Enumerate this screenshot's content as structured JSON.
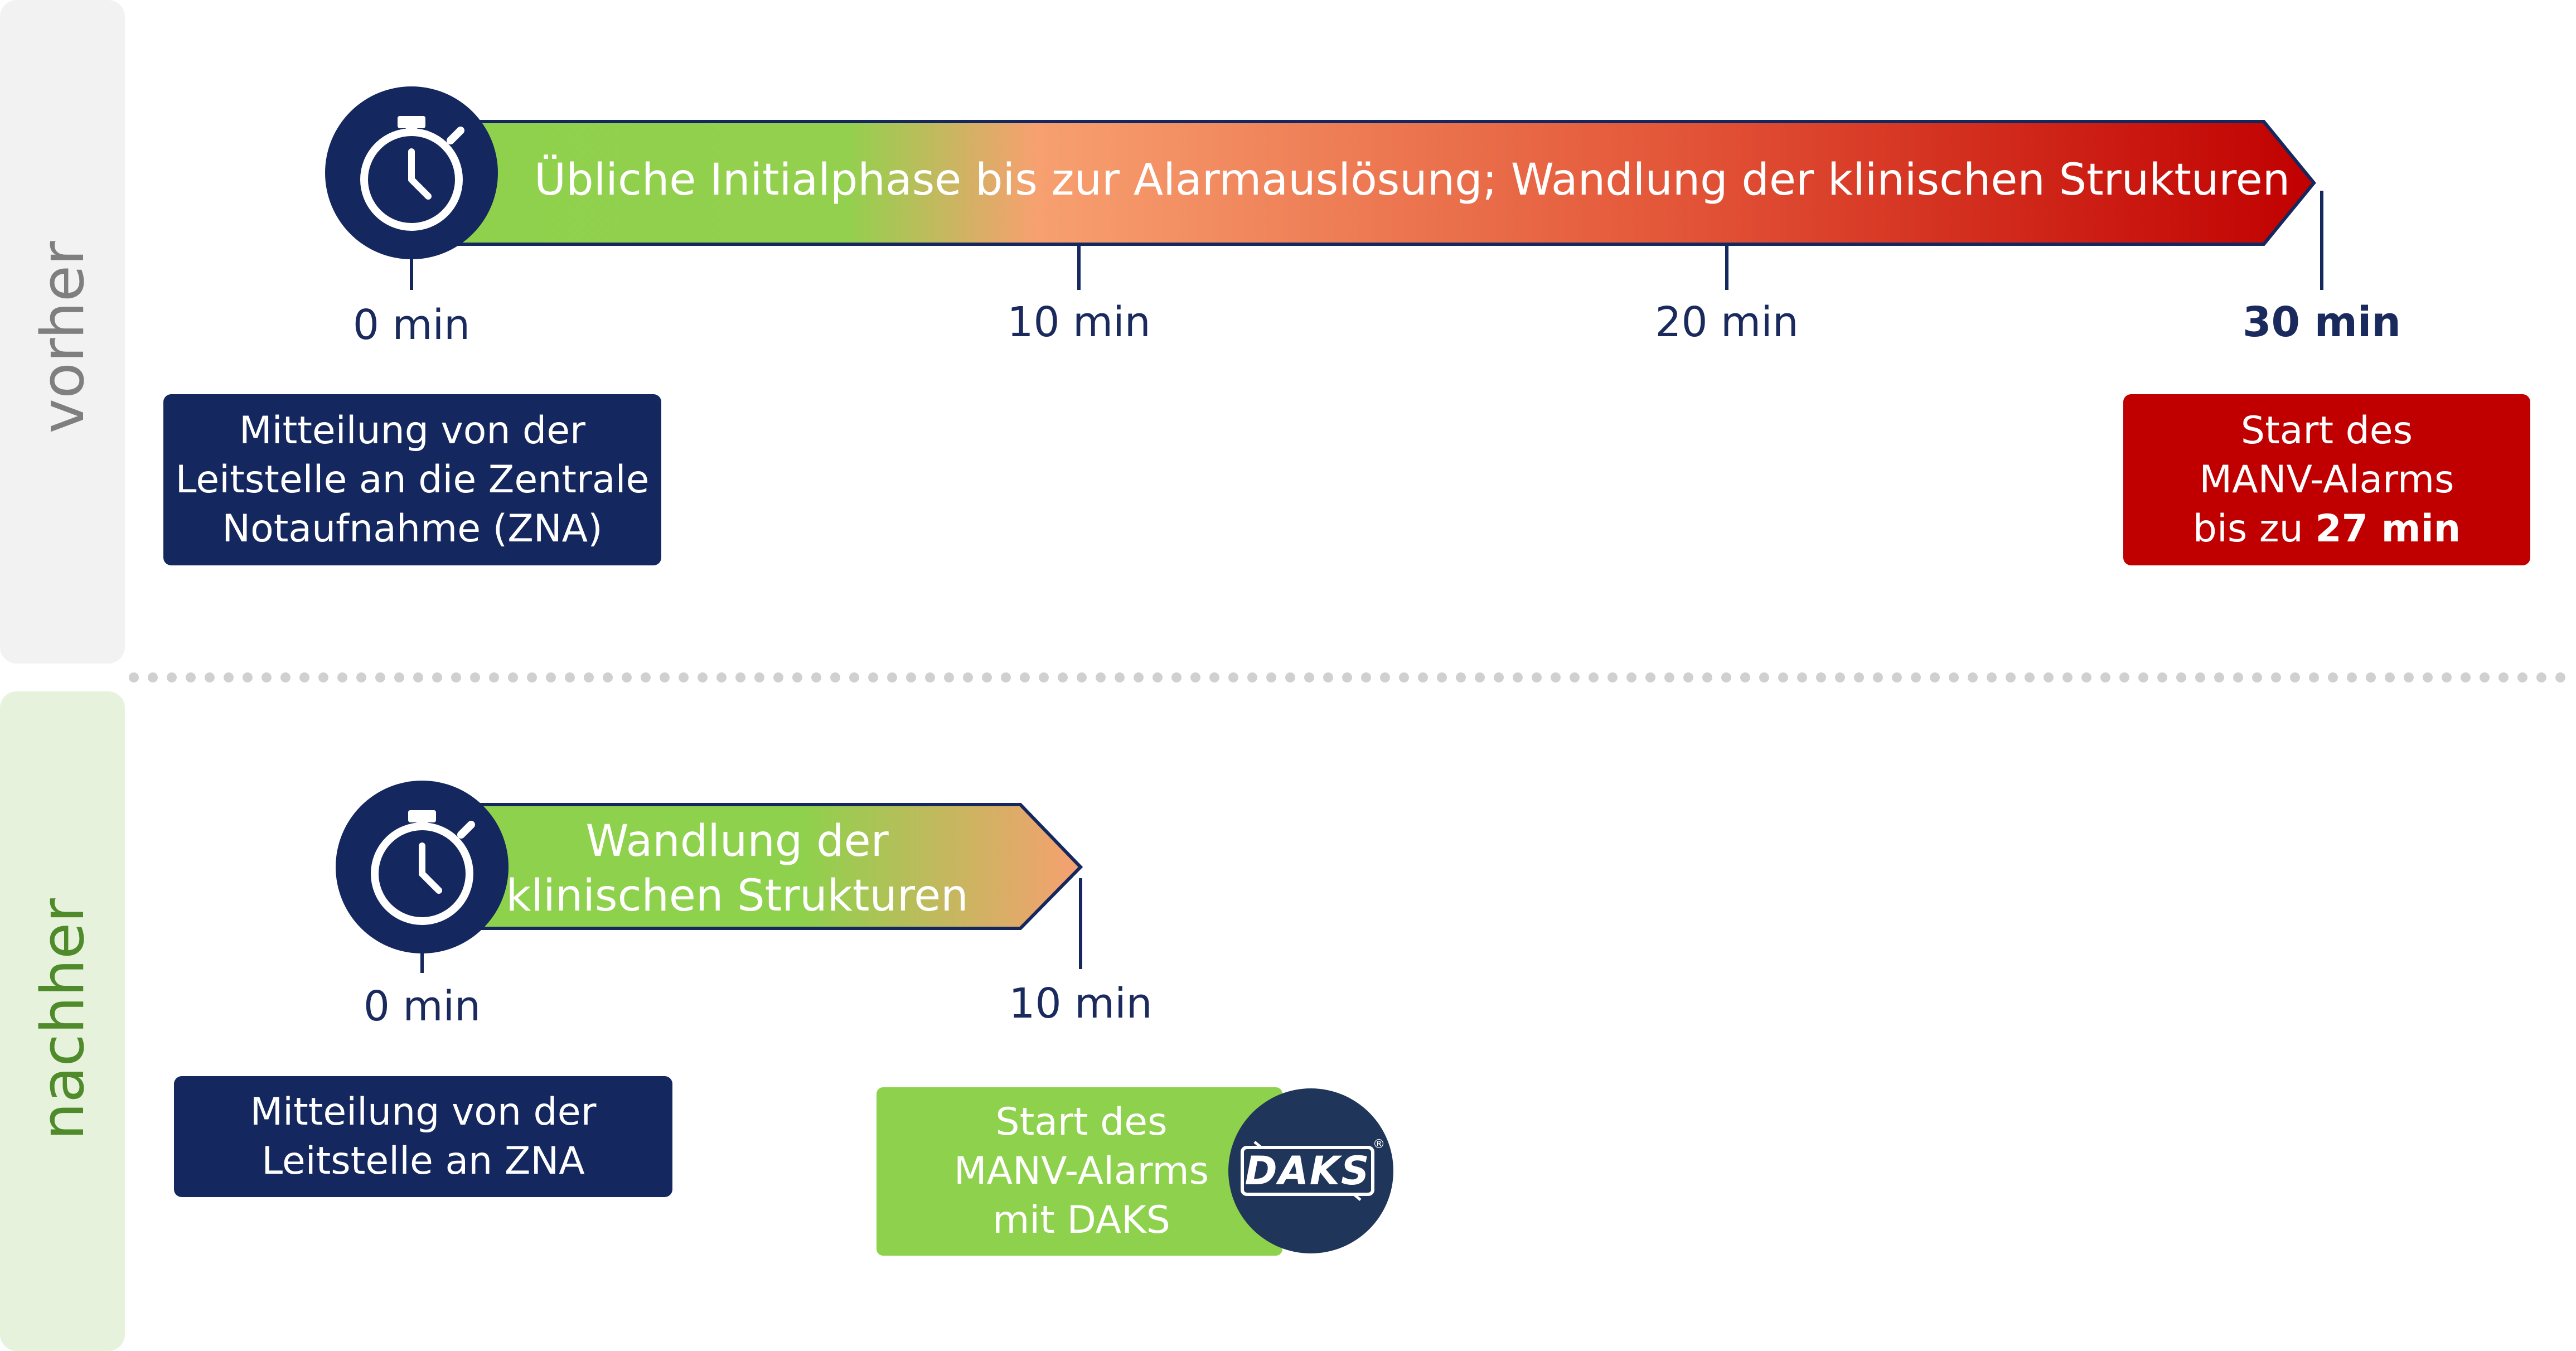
{
  "colors": {
    "navy": "#14275e",
    "red": "#c00000",
    "green": "#8ed14c",
    "orange": "#f7a070",
    "before_panel": "#f2f2f2",
    "after_panel": "#e6f2dc",
    "before_text": "#7f7f7f",
    "after_text": "#4f8a2b"
  },
  "before": {
    "side_label": "vorher",
    "bar_text": "Übliche Initialphase bis zur Alarmauslösung; Wandlung der klinischen Strukturen",
    "ticks": [
      "0 min",
      "10 min",
      "20 min",
      "30 min"
    ],
    "start_box": [
      "Mitteilung von der",
      "Leitstelle an die Zentrale",
      "Notaufnahme (ZNA)"
    ],
    "end_box": {
      "line1": "Start des",
      "line2": "MANV-Alarms",
      "line3_prefix": "bis zu ",
      "line3_bold": "27 min"
    }
  },
  "after": {
    "side_label": "nachher",
    "bar_text": [
      "Wandlung der",
      "klinischen Strukturen"
    ],
    "ticks": [
      "0 min",
      "10 min"
    ],
    "start_box": [
      "Mitteilung von der",
      "Leitstelle an ZNA"
    ],
    "end_box": [
      "Start des",
      "MANV-Alarms",
      "mit DAKS"
    ],
    "logo_text": "DAKS",
    "logo_mark": "®"
  },
  "icons": {
    "before_timer": "stopwatch-icon",
    "after_timer": "stopwatch-icon",
    "logo": "daks-logo"
  }
}
